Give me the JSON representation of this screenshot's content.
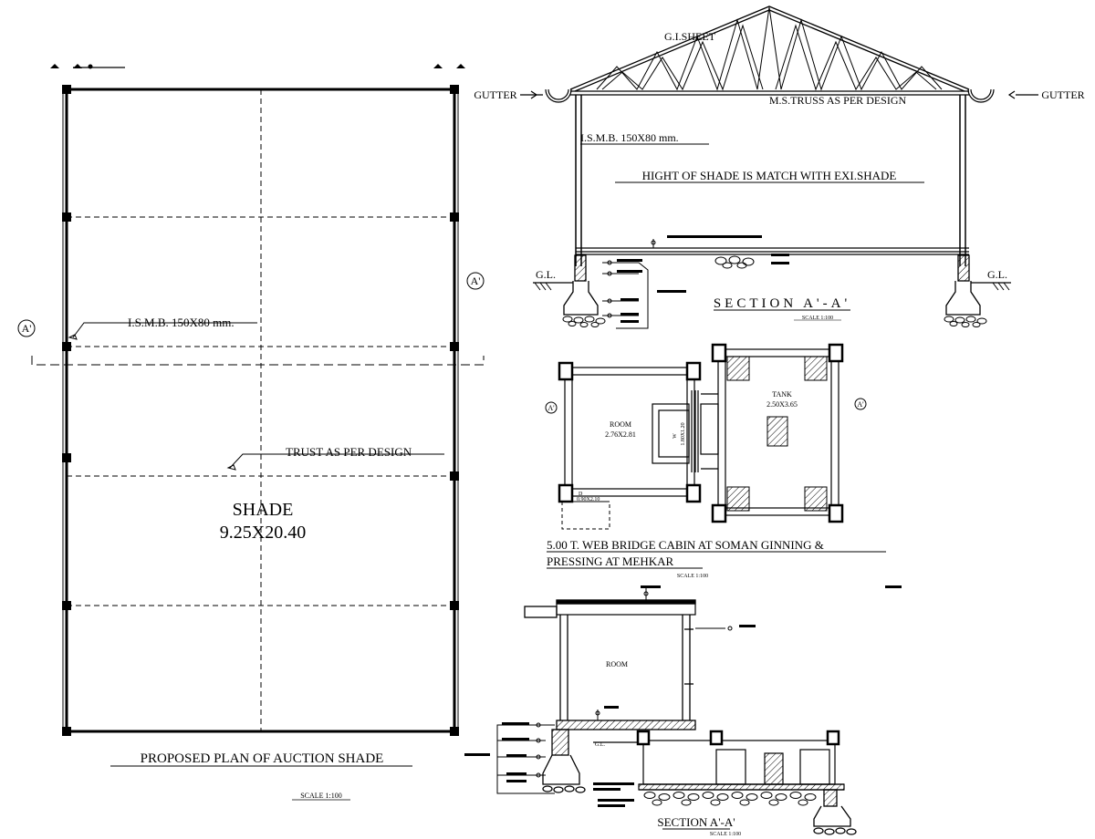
{
  "plan": {
    "title": "PROPOSED PLAN OF AUCTION SHADE",
    "scale": "SCALE 1:100",
    "shade_name": "SHADE",
    "shade_size": "9.25X20.40",
    "ismb_note": "I.S.M.B. 150X80 mm.",
    "truss_note": "TRUST AS PER DESIGN",
    "section_mark": "A'"
  },
  "shade_section": {
    "title": "SECTION  A'-A'",
    "scale": "SCALE 1:100",
    "roof_sheet": "G.I.SHEET",
    "truss": "M.S.TRUSS AS PER DESIGN",
    "gutter": "GUTTER",
    "column": "I.S.M.B. 150X80 mm.",
    "height_note": "HIGHT OF SHADE IS MATCH WITH EXI.SHADE",
    "ground_level": "G.L."
  },
  "cabin_plan": {
    "title_line1": "5.00 T. WEB BRIDGE CABIN AT SOMAN GINNING &",
    "title_line2": "PRESSING AT MEHKAR",
    "scale": "SCALE 1:100",
    "room_label": "ROOM",
    "room_size": "2.76X2.81",
    "tank_label": "TANK",
    "tank_size": "2.50X3.65",
    "window_label": "W",
    "window_size": "1.80X1.20",
    "door_label": "D",
    "door_size": "0.90X2.10",
    "section_mark": "A'"
  },
  "cabin_section": {
    "title": "SECTION A'-A'",
    "scale": "SCALE 1:100",
    "room_label": "ROOM",
    "ground_level": "G.L."
  }
}
